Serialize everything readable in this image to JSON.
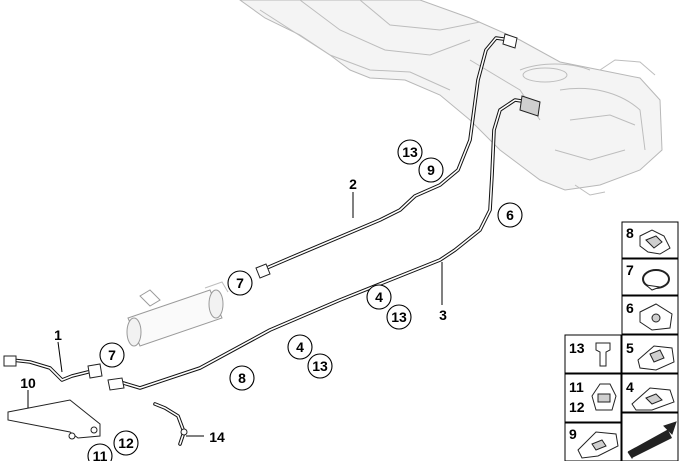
{
  "callouts": {
    "c13_top": "13",
    "c9_top": "9",
    "c2": "2",
    "c6": "6",
    "c7_mid": "7",
    "c3": "3",
    "c4_mid": "4",
    "c13_mid": "13",
    "c1": "1",
    "c7_left": "7",
    "c4_low": "4",
    "c13_low": "13",
    "c8": "8",
    "c10": "10",
    "c12": "12",
    "c14": "14",
    "c11": "11"
  },
  "parts_panel": {
    "right_column": [
      "8",
      "7",
      "6",
      "5",
      "4"
    ],
    "left_column": [
      "13",
      "11",
      "12",
      "9"
    ]
  }
}
